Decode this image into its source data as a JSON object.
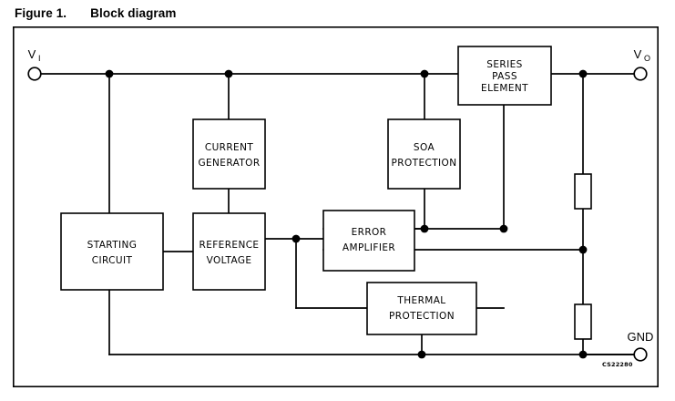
{
  "figure": {
    "number": "Figure 1.",
    "title": "Block diagram"
  },
  "diagram": {
    "type": "block-diagram",
    "domain": "voltage-regulator-schematic",
    "blocks": [
      {
        "id": "series-pass-element",
        "lines": [
          "SERIES",
          "PASS",
          "ELEMENT"
        ]
      },
      {
        "id": "current-generator",
        "lines": [
          "CURRENT",
          "GENERATOR"
        ]
      },
      {
        "id": "soa-protection",
        "lines": [
          "SOA",
          "PROTECTION"
        ]
      },
      {
        "id": "starting-circuit",
        "lines": [
          "STARTING",
          "CIRCUIT"
        ]
      },
      {
        "id": "reference-voltage",
        "lines": [
          "REFERENCE",
          "VOLTAGE"
        ]
      },
      {
        "id": "error-amplifier",
        "lines": [
          "ERROR",
          "AMPLIFIER"
        ]
      },
      {
        "id": "thermal-protection",
        "lines": [
          "THERMAL",
          "PROTECTION"
        ]
      }
    ],
    "terminals": [
      {
        "id": "input",
        "label": "V",
        "sub": "I"
      },
      {
        "id": "output",
        "label": "V",
        "sub": "O"
      },
      {
        "id": "ground",
        "label": "GND",
        "sub": ""
      }
    ],
    "components": [
      {
        "id": "divider-resistor-upper",
        "kind": "resistor"
      },
      {
        "id": "divider-resistor-lower",
        "kind": "resistor"
      }
    ],
    "drawing_code": "CS22280",
    "colors": {
      "line": "#000000",
      "fill": "#ffffff",
      "text": "#000000"
    }
  }
}
